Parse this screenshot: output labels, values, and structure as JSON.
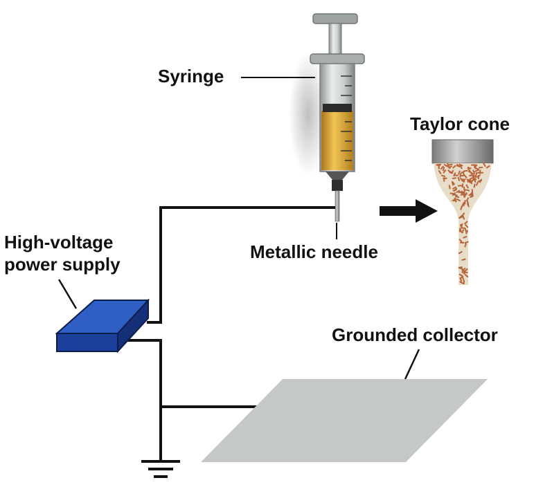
{
  "labels": {
    "syringe": "Syringe",
    "taylor_cone": "Taylor cone",
    "metallic_needle": "Metallic needle",
    "power_supply_line1": "High-voltage",
    "power_supply_line2": "power supply",
    "grounded_collector": "Grounded collector"
  },
  "colors": {
    "wire": "#111111",
    "power_supply_top": "#2b5bbf",
    "power_supply_side": "#1a3a8c",
    "collector": "#c4c9c7",
    "liquid": "#e0a93a",
    "cone_fill": "#e8ddc8",
    "cone_cap": "#9a9a9a",
    "fiber_dots": "#b5643a",
    "arrow": "#111111"
  }
}
